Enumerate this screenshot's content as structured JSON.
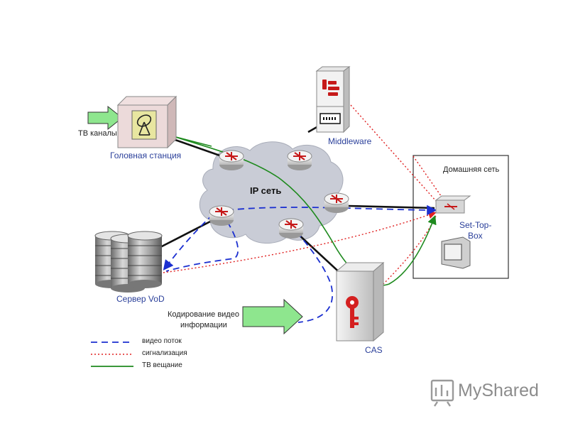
{
  "labels": {
    "tv_channels": "ТВ каналы",
    "headend": "Головная станция",
    "middleware": "Middleware",
    "ip_network": "IP сеть",
    "home_network": "Домашняя сеть",
    "set_top_box_line1": "Set-Top-",
    "set_top_box_line2": "Box",
    "vod_server": "Сервер VoD",
    "encoding_line1": "Кодирование видео",
    "encoding_line2": "информации",
    "cas": "CAS"
  },
  "legend": [
    {
      "label": "видео поток",
      "style": "dashed",
      "color": "#1b2fd0"
    },
    {
      "label": "сигнализация",
      "style": "dotted",
      "color": "#e02020"
    },
    {
      "label": "ТВ вещание",
      "style": "solid",
      "color": "#1e8a1e"
    }
  ],
  "watermark": {
    "text": "MyShared"
  },
  "colors": {
    "video_stream": "#1b2fd0",
    "signaling": "#e02020",
    "tv_broadcast": "#1e8a1e",
    "cloud_fill": "#c9ccd6",
    "arrow_fill": "#8ee68e",
    "label_blue": "#2a3f9a"
  }
}
